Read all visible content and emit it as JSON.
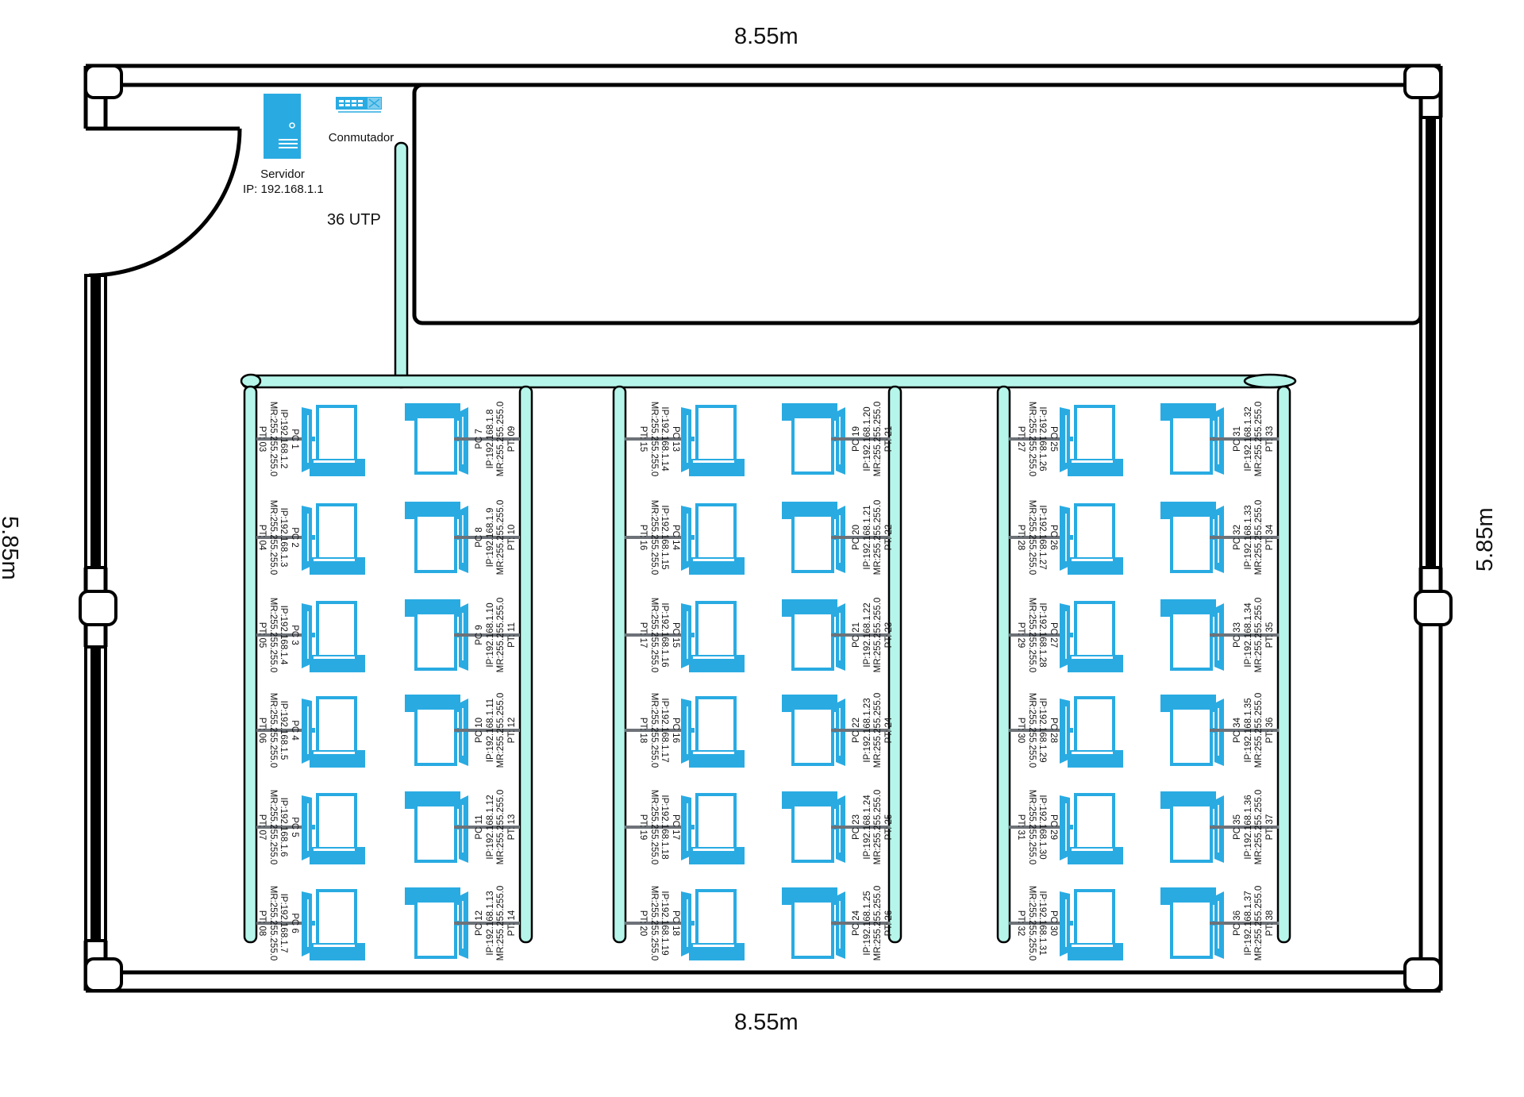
{
  "dimensions": {
    "top": "8.55m",
    "bottom": "8.55m",
    "left": "5.85m",
    "right": "5.85m"
  },
  "server": {
    "icon": "server-icon",
    "name": "Servidor",
    "ip": "IP: 192.168.1.1",
    "color": "#29abe2"
  },
  "switch": {
    "icon": "switch-icon",
    "name": "Conmutador"
  },
  "cable": {
    "label": "36 UTP",
    "duct_color": "#b6f5ea"
  },
  "pc_color": "#29abe2",
  "cable_drop_color": "#6d7278",
  "groups": [
    {
      "left_column": [
        {
          "name": "PC 1",
          "ip": "IP:192.168.1.2",
          "mask": "MR:255.255.255.0",
          "port": "PT: 03"
        },
        {
          "name": "PC 2",
          "ip": "IP:192.168.1.3",
          "mask": "MR:255.255.255.0",
          "port": "PT: 04"
        },
        {
          "name": "PC 3",
          "ip": "IP:192.168.1.4",
          "mask": "MR:255.255.255.0",
          "port": "PT: 05"
        },
        {
          "name": "PC 4",
          "ip": "IP:192.168.1.5",
          "mask": "MR:255.255.255.0",
          "port": "PT: 06"
        },
        {
          "name": "PC 5",
          "ip": "IP:192.168.1.6",
          "mask": "MR:255.255.255.0",
          "port": "PT: 07"
        },
        {
          "name": "PC 6",
          "ip": "IP:192.168.1.7",
          "mask": "MR:255.255.255.0",
          "port": "PT: 08"
        }
      ],
      "right_column": [
        {
          "name": "PC 7",
          "ip": "IP:192.168.1.8",
          "mask": "MR:255.255.255.0",
          "port": "PT: 09"
        },
        {
          "name": "PC 8",
          "ip": "IP:192.168.1.9",
          "mask": "MR:255.255.255.0",
          "port": "PT: 10"
        },
        {
          "name": "PC 9",
          "ip": "IP:192.168.1.10",
          "mask": "MR:255.255.255.0",
          "port": "PT: 11"
        },
        {
          "name": "PC 10",
          "ip": "IP:192.168.1.11",
          "mask": "MR:255.255.255.0",
          "port": "PT: 12"
        },
        {
          "name": "PC 11",
          "ip": "IP:192.168.1.12",
          "mask": "MR:255.255.255.0",
          "port": "PT: 13"
        },
        {
          "name": "PC 12",
          "ip": "IP:192.168.1.13",
          "mask": "MR:255.255.255.0",
          "port": "PT: 14"
        }
      ]
    },
    {
      "left_column": [
        {
          "name": "PC 13",
          "ip": "IP:192.168.1.14",
          "mask": "MR:255.255.255.0",
          "port": "PT: 15"
        },
        {
          "name": "PC 14",
          "ip": "IP:192.168.1.15",
          "mask": "MR:255.255.255.0",
          "port": "PT: 16"
        },
        {
          "name": "PC 15",
          "ip": "IP:192.168.1.16",
          "mask": "MR:255.255.255.0",
          "port": "PT: 17"
        },
        {
          "name": "PC 16",
          "ip": "IP:192.168.1.17",
          "mask": "MR:255.255.255.0",
          "port": "PT: 18"
        },
        {
          "name": "PC 17",
          "ip": "IP:192.168.1.18",
          "mask": "MR:255.255.255.0",
          "port": "PT: 19"
        },
        {
          "name": "PC 18",
          "ip": "IP:192.168.1.19",
          "mask": "MR:255.255.255.0",
          "port": "PT: 20"
        }
      ],
      "right_column": [
        {
          "name": "PC 19",
          "ip": "IP:192.168.1.20",
          "mask": "MR:255.255.255.0",
          "port": "PT: 21"
        },
        {
          "name": "PC 20",
          "ip": "IP:192.168.1.21",
          "mask": "MR:255.255.255.0",
          "port": "PT: 22"
        },
        {
          "name": "PC 21",
          "ip": "IP:192.168.1.22",
          "mask": "MR:255.255.255.0",
          "port": "PT: 23"
        },
        {
          "name": "PC 22",
          "ip": "IP:192.168.1.23",
          "mask": "MR:255.255.255.0",
          "port": "PT: 24"
        },
        {
          "name": "PC 23",
          "ip": "IP:192.168.1.24",
          "mask": "MR:255.255.255.0",
          "port": "PT: 25"
        },
        {
          "name": "PC 24",
          "ip": "IP:192.168.1.25",
          "mask": "MR:255.255.255.0",
          "port": "PT: 26"
        }
      ]
    },
    {
      "left_column": [
        {
          "name": "PC 25",
          "ip": "IP:192.168.1.26",
          "mask": "MR:255.255.255.0",
          "port": "PT: 27"
        },
        {
          "name": "PC 26",
          "ip": "IP:192.168.1.27",
          "mask": "MR:255.255.255.0",
          "port": "PT: 28"
        },
        {
          "name": "PC 27",
          "ip": "IP:192.168.1.28",
          "mask": "MR:255.255.255.0",
          "port": "PT: 29"
        },
        {
          "name": "PC 28",
          "ip": "IP:192.168.1.29",
          "mask": "MR:255.255.255.0",
          "port": "PT: 30"
        },
        {
          "name": "PC 29",
          "ip": "IP:192.168.1.30",
          "mask": "MR:255.255.255.0",
          "port": "PT: 31"
        },
        {
          "name": "PC 30",
          "ip": "IP:192.168.1.31",
          "mask": "MR:255.255.255.0",
          "port": "PT: 32"
        }
      ],
      "right_column": [
        {
          "name": "PC 31",
          "ip": "IP:192.168.1.32",
          "mask": "MR:255.255.255.0",
          "port": "PT: 33"
        },
        {
          "name": "PC 32",
          "ip": "IP:192.168.1.33",
          "mask": "MR:255.255.255.0",
          "port": "PT: 34"
        },
        {
          "name": "PC 33",
          "ip": "IP:192.168.1.34",
          "mask": "MR:255.255.255.0",
          "port": "PT: 35"
        },
        {
          "name": "PC 34",
          "ip": "IP:192.168.1.35",
          "mask": "MR:255.255.255.0",
          "port": "PT: 36"
        },
        {
          "name": "PC 35",
          "ip": "IP:192.168.1.36",
          "mask": "MR:255.255.255.0",
          "port": "PT: 37"
        },
        {
          "name": "PC 36",
          "ip": "IP:192.168.1.37",
          "mask": "MR:255.255.255.0",
          "port": "PT: 38"
        }
      ]
    }
  ]
}
